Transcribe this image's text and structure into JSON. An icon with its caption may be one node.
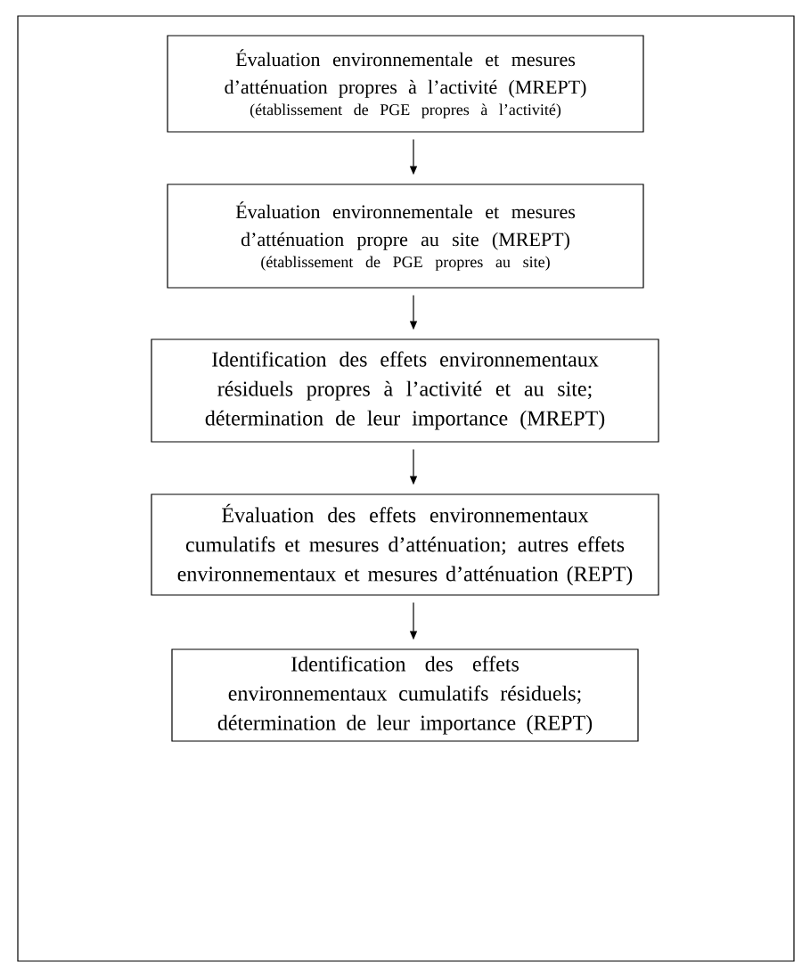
{
  "diagram": {
    "nodes": [
      {
        "text": [
          "Évaluation environnementale et mesures d’atténuation propres à l’activité (MREPT)",
          "(établissement de PGE propres à l’activité)"
        ]
      },
      {
        "text": [
          "Évaluation environnementale et mesures d’atténuation propre au site (MREPT)",
          "(établissement de PGE propres au site)"
        ]
      },
      {
        "text": [
          "Identification des effets environnementaux résiduels propres à l’activité et au site;",
          "détermination de leur importance (MREPT)"
        ]
      },
      {
        "text": [
          "Évaluation des effets environnementaux cumulatifs et mesures d’atténuation; autres effets environnementaux et mesures d’atténuation (REPT)"
        ]
      },
      {
        "text": [
          "Identification des effets environnementaux cumulatifs résiduels;",
          "détermination de leur importance (REPT)"
        ]
      }
    ],
    "edges": [
      {
        "from": 0,
        "to": 1,
        "arrow": "to"
      },
      {
        "from": 1,
        "to": 2,
        "arrow": "to"
      },
      {
        "from": 2,
        "to": 3,
        "arrow": "to"
      },
      {
        "from": 3,
        "to": 4,
        "arrow": "to"
      }
    ]
  }
}
